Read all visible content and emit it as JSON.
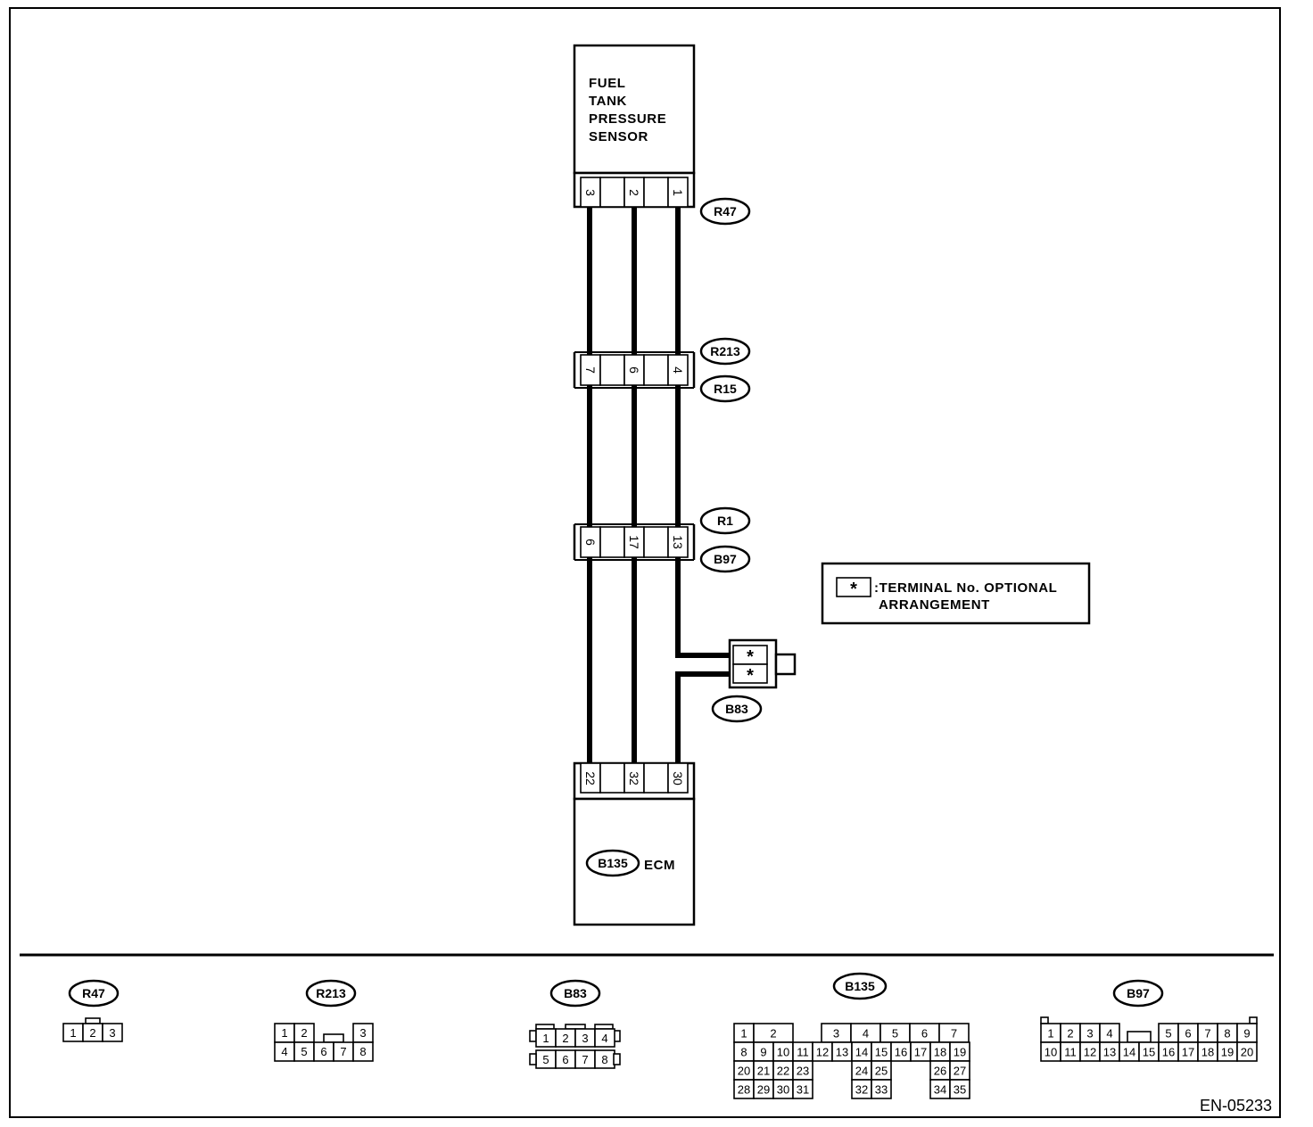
{
  "sensor": {
    "lines": [
      "FUEL",
      "TANK",
      "PRESSURE",
      "SENSOR"
    ],
    "pins": [
      "3",
      "2",
      "1"
    ],
    "connector": "R47"
  },
  "joint1": {
    "pins": [
      "7",
      "6",
      "4"
    ],
    "labels": [
      "R213",
      "R15"
    ]
  },
  "joint2": {
    "pins": [
      "6",
      "17",
      "13"
    ],
    "labels": [
      "R1",
      "B97"
    ]
  },
  "b83": {
    "pins": [
      "*",
      "*"
    ],
    "label": "B83"
  },
  "ecm": {
    "connector": "B135",
    "name": "ECM",
    "pins": [
      "22",
      "32",
      "30"
    ]
  },
  "legend": {
    "symbol": "*",
    "line1": ":TERMINAL No. OPTIONAL",
    "line2": "ARRANGEMENT"
  },
  "connectors": {
    "r47": {
      "label": "R47",
      "row1": [
        "1",
        "2",
        "3"
      ]
    },
    "r213": {
      "label": "R213",
      "row1": [
        "1",
        "2",
        "3"
      ],
      "row2": [
        "4",
        "5",
        "6",
        "7",
        "8"
      ]
    },
    "b83": {
      "label": "B83",
      "row1": [
        "1",
        "2",
        "3",
        "4"
      ],
      "row2": [
        "5",
        "6",
        "7",
        "8"
      ]
    },
    "b135": {
      "label": "B135",
      "row1": [
        "1",
        "2",
        "3",
        "4",
        "5",
        "6",
        "7"
      ],
      "row2": [
        "8",
        "9",
        "10",
        "11",
        "12",
        "13",
        "14",
        "15",
        "16",
        "17",
        "18",
        "19"
      ],
      "row3": [
        "20",
        "21",
        "22",
        "23",
        "24",
        "25",
        "26",
        "27"
      ],
      "row4": [
        "28",
        "29",
        "30",
        "31",
        "32",
        "33",
        "34",
        "35"
      ]
    },
    "b97": {
      "label": "B97",
      "row1": [
        "1",
        "2",
        "3",
        "4",
        "5",
        "6",
        "7",
        "8",
        "9"
      ],
      "row2": [
        "10",
        "11",
        "12",
        "13",
        "14",
        "15",
        "16",
        "17",
        "18",
        "19",
        "20"
      ]
    }
  },
  "code": "EN-05233"
}
